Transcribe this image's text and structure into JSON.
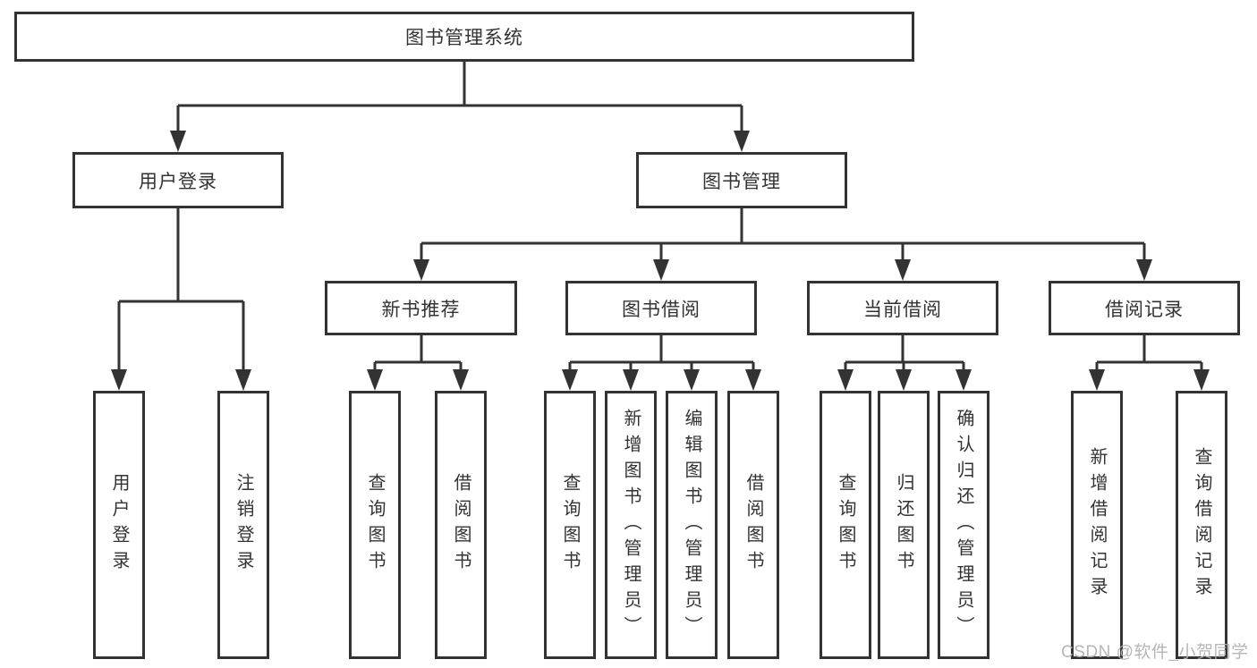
{
  "tree": {
    "root": {
      "label": "图书管理系统"
    },
    "level2": [
      {
        "label": "用户登录",
        "children": [
          "用户登录",
          "注销登录"
        ]
      },
      {
        "label": "图书管理",
        "children": [
          {
            "label": "新书推荐",
            "children": [
              "查询图书",
              "借阅图书"
            ]
          },
          {
            "label": "图书借阅",
            "children": [
              "查询图书",
              "新增图书（管理员）",
              "编辑图书（管理员）",
              "借阅图书"
            ]
          },
          {
            "label": "当前借阅",
            "children": [
              "查询图书",
              "归还图书",
              "确认归还（管理员）"
            ]
          },
          {
            "label": "借阅记录",
            "children": [
              "新增借阅记录",
              "查询借阅记录"
            ]
          }
        ]
      }
    ]
  },
  "watermark": "CSDN @软件_小贺同学",
  "colors": {
    "line": "#333333",
    "box_border": "#333333",
    "text": "#333333",
    "background": "#ffffff",
    "watermark": "#b0b0b0"
  }
}
